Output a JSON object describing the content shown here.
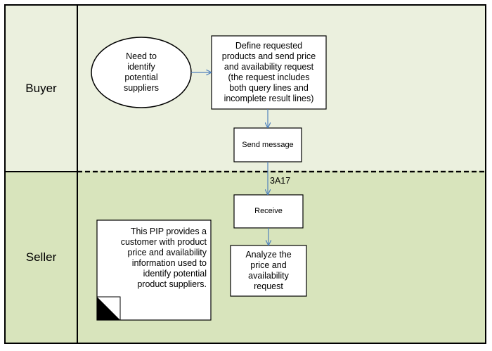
{
  "lanes": [
    {
      "label": "Buyer"
    },
    {
      "label": "Seller"
    }
  ],
  "nodes": {
    "start": "Need to\nidentify\npotential\nsuppliers",
    "define": "Define requested\nproducts and send price\nand availability request\n(the request includes\nboth query lines and\nincomplete  result lines)",
    "send": "Send message",
    "receive": "Receive",
    "analyze": "Analyze the\nprice and\navailability\nrequest"
  },
  "connector_label": "3A17",
  "note": "This PIP provides a\ncustomer with product\nprice and availability\ninformation used to\nidentify potential\nproduct suppliers.",
  "colors": {
    "buyer_lane": "#EBF0DE",
    "buyer_label": "#EBF0DE",
    "seller_lane": "#D8E4BC",
    "seller_label": "#D8E4BC",
    "arrow": "#4F81BD",
    "border": "#000000"
  }
}
